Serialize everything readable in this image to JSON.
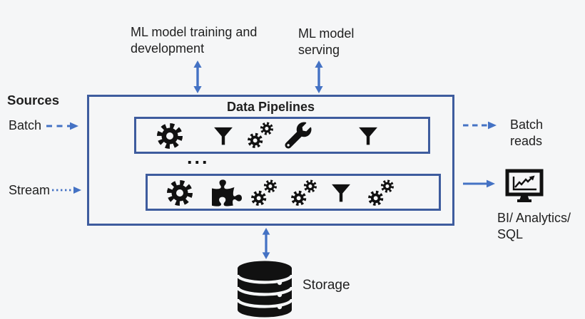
{
  "diagram": {
    "top": {
      "training": "ML model training and development",
      "serving": "ML model serving"
    },
    "left": {
      "sources": "Sources",
      "batch": "Batch",
      "stream": "Stream"
    },
    "pipelines": {
      "title": "Data Pipelines",
      "ellipsis": "...",
      "batch_row": {
        "icons": [
          "gear",
          "funnel",
          "gears",
          "wrench",
          "funnel"
        ]
      },
      "stream_row": {
        "icons": [
          "gear",
          "puzzle-piece",
          "gears",
          "gears",
          "funnel",
          "gears"
        ]
      }
    },
    "right": {
      "batch_reads": "Batch reads",
      "bi": "BI/ Analytics/ SQL"
    },
    "storage": {
      "label": "Storage"
    },
    "colors": {
      "background": "#f5f6f7",
      "box_border": "#3e5c9e",
      "arrow": "#4472c4",
      "icon": "#111111",
      "text": "#1f1f1f"
    }
  }
}
